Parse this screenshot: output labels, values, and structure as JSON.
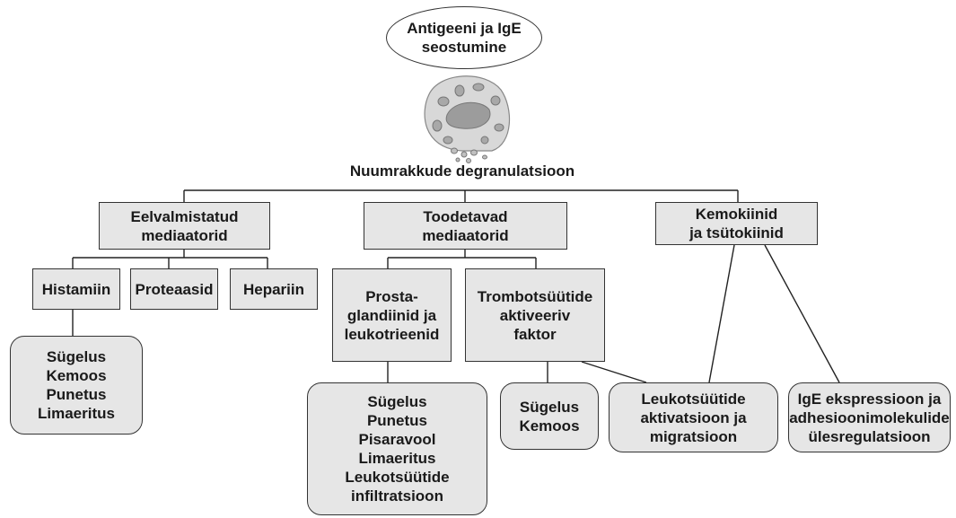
{
  "root": {
    "text": "Antigeeni ja IgE\nseostumine"
  },
  "cell_caption": "Nuumrakkude degranulatsioon",
  "categories": {
    "preformed": "Eelvalmistatud\nmediaatorid",
    "produced": "Toodetavad\nmediaatorid",
    "chemokines": "Kemokiinid\nja tsütokiinid"
  },
  "preformed_items": {
    "histamine": "Histamiin",
    "proteases": "Proteaasid",
    "heparin": "Hepariin"
  },
  "produced_items": {
    "prostaglandins": "Prosta-\nglandiinid ja\nleukotrieenid",
    "paf": "Trombotsüütide\naktiveeriv\nfaktor"
  },
  "effects": {
    "histamine": "Sügelus\nKemoos\nPunetus\nLimaeritus",
    "prostaglandins": "Sügelus\nPunetus\nPisaravool\nLimaeritus\nLeukotsüütide\ninfiltratsioon",
    "paf": "Sügelus\nKemoos",
    "leukocytes": "Leukotsüütide\naktivatsioon ja\nmigratsioon",
    "ige": "IgE ekspressioon ja\nadhesioonimolekulide\nülesregulatsioon"
  }
}
